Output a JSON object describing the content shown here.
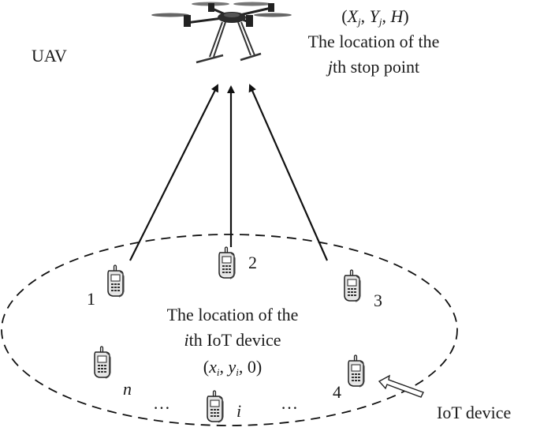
{
  "uav": {
    "label": "UAV",
    "coord": {
      "open": "(",
      "X": "X",
      "Y": "Y",
      "H": "H",
      "sub": "j",
      "sep": ", ",
      "close": ")"
    },
    "desc_line1": "The location of the",
    "desc_line2_var": "j",
    "desc_line2_rest": "th stop point"
  },
  "ground": {
    "desc_line1": "The location of the",
    "desc_line2_var": "i",
    "desc_line2_rest": "th IoT device",
    "coord": {
      "open": "(",
      "x": "x",
      "y": "y",
      "sub": "i",
      "sep": ", ",
      "zero": "0",
      "close": ")"
    }
  },
  "devices": [
    {
      "id": "1"
    },
    {
      "id": "2"
    },
    {
      "id": "3"
    },
    {
      "id": "4"
    },
    {
      "id": "n"
    },
    {
      "id": "i"
    }
  ],
  "ellipsis": "…",
  "legend": {
    "label": "IoT device"
  }
}
